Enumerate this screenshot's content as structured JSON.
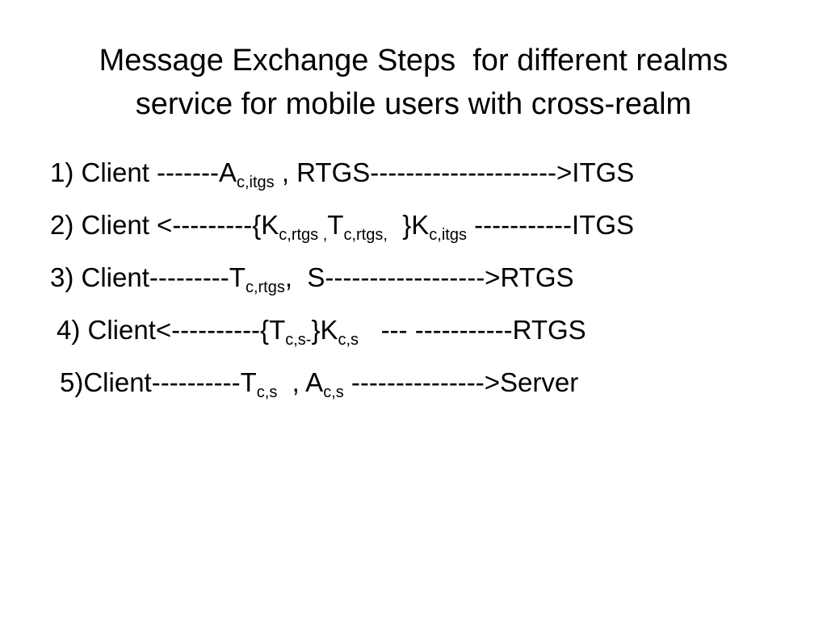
{
  "slide": {
    "title": {
      "line1": "Message Exchange Steps  for different realms",
      "line2": "service for mobile users with cross-realm"
    },
    "steps": [
      {
        "parts": [
          {
            "text": "1) Client -------A"
          },
          {
            "sub": "c,itgs"
          },
          {
            "text": " , RTGS--------------------->ITGS"
          }
        ]
      },
      {
        "parts": [
          {
            "text": "2) Client <---------{K"
          },
          {
            "sub": "c,rtgs ,"
          },
          {
            "text": "T"
          },
          {
            "sub": "c,rtgs,"
          },
          {
            "text": "  }K"
          },
          {
            "sub": "c,itgs"
          },
          {
            "text": " -----------ITGS"
          }
        ]
      },
      {
        "parts": [
          {
            "text": "3) Client---------T"
          },
          {
            "sub": "c,rtgs"
          },
          {
            "text": ",  S------------------>RTGS"
          }
        ]
      },
      {
        "parts": [
          {
            "text": "4) Client<----------{T"
          },
          {
            "sub": "c,s-"
          },
          {
            "text": "}K"
          },
          {
            "sub": "c,s"
          },
          {
            "text": "   --- -----------RTGS"
          }
        ]
      },
      {
        "parts": [
          {
            "text": "5)Client----------T"
          },
          {
            "sub": "c,s"
          },
          {
            "text": "  , A"
          },
          {
            "sub": "c,s"
          },
          {
            "text": " --------------->Server"
          }
        ]
      }
    ]
  }
}
